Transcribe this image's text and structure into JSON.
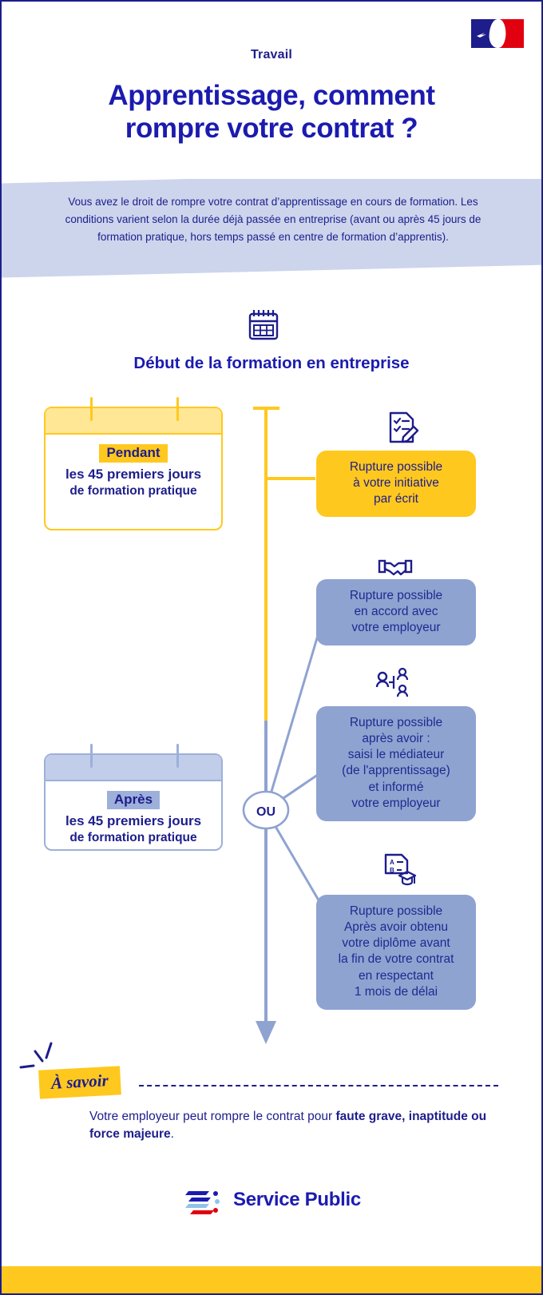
{
  "header": {
    "flag_alt": "french-republic-flag",
    "kicker": "Travail",
    "title_line1": "Apprentissage, comment",
    "title_line2": "rompre votre contrat ?"
  },
  "intro": {
    "text": "Vous avez le droit de rompre votre contrat d’apprentissage en cours de formation. Les conditions varient selon la durée déjà passée en entreprise (avant ou après 45 jours de formation pratique, hors temps passé en centre de formation d’apprentis)."
  },
  "section": {
    "icon": "calendar-icon",
    "title": "Début de la formation en entreprise"
  },
  "branch_node": {
    "label": "OU"
  },
  "periods": [
    {
      "id": "pendant",
      "tag": "Pendant",
      "line1": "les 45 premiers jours",
      "line2": "de formation pratique",
      "accent": "#ffc81e"
    },
    {
      "id": "apres",
      "tag": "Après",
      "line1": "les 45 premiers jours",
      "line2": "de formation pratique",
      "accent": "#9db0da"
    }
  ],
  "outcomes": [
    {
      "id": "out-1",
      "icon": "document-checklist-pen-icon",
      "color": "#ffc81e",
      "text": "Rupture possible\nà votre initiative\npar écrit"
    },
    {
      "id": "out-2",
      "icon": "handshake-icon",
      "color": "#8fa3d1",
      "text": "Rupture possible\nen accord avec\nvotre employeur"
    },
    {
      "id": "out-3",
      "icon": "mediator-people-icon",
      "color": "#8fa3d1",
      "text": "Rupture possible\naprès avoir :\nsaisi le médiateur\n(de l'apprentissage)\net informé\nvotre employeur"
    },
    {
      "id": "out-4",
      "icon": "diploma-graduation-icon",
      "color": "#8fa3d1",
      "text": "Rupture possible\nAprès avoir obtenu\nvotre diplôme avant\nla fin de votre contrat\nen respectant\n1 mois de délai"
    }
  ],
  "note": {
    "badge": "À savoir",
    "text_before": "Votre employeur peut rompre le contrat pour ",
    "text_bold": "faute grave, inaptitude ou force majeure",
    "text_after": "."
  },
  "footer": {
    "logo_mark": "service-public-logo-mark",
    "logo_text": "Service Public"
  },
  "colors": {
    "navy": "#1d1d8c",
    "bright_blue": "#1b1bb0",
    "yellow": "#ffc81e",
    "yellow_light": "#ffe796",
    "blue_gray": "#8fa3d1",
    "band_blue": "#ccd5ec",
    "flag_red": "#e1000f"
  }
}
